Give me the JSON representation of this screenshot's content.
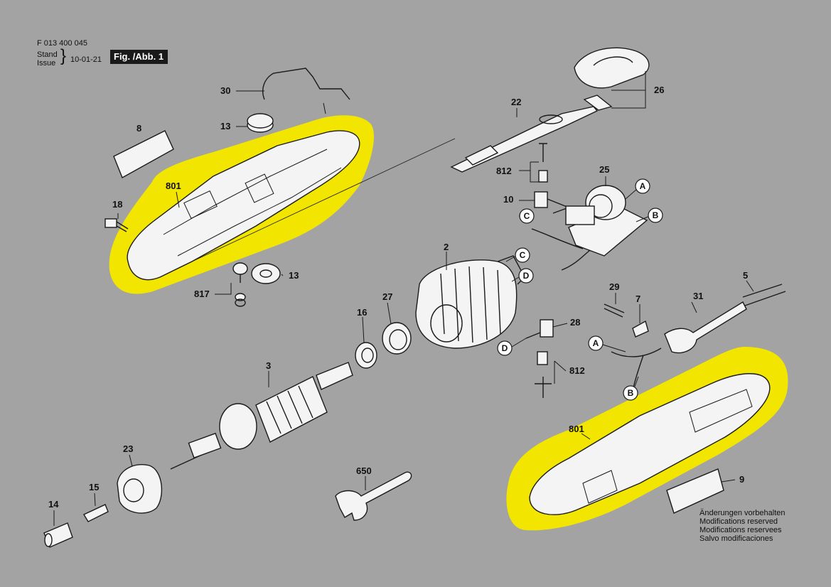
{
  "header": {
    "doc_number": "F 013 400 045",
    "stand_label": "Stand",
    "issue_label": "Issue",
    "issue_date": "10-01-21",
    "figure_label": "Fig. /Abb. 1"
  },
  "part_numbers": {
    "p30": "30",
    "p13_top": "13",
    "p8": "8",
    "p801_left": "801",
    "p18": "18",
    "p817": "817",
    "p13_bottom": "13",
    "p22": "22",
    "p26": "26",
    "p812_top": "812",
    "p25": "25",
    "p10": "10",
    "p2": "2",
    "p27": "27",
    "p16": "16",
    "p3": "3",
    "p23": "23",
    "p15": "15",
    "p14": "14",
    "p650": "650",
    "p29": "29",
    "p7": "7",
    "p31": "31",
    "p5": "5",
    "p28": "28",
    "p812_bottom": "812",
    "p801_right": "801",
    "p9": "9"
  },
  "connectors": {
    "a_top": "A",
    "b_top": "B",
    "c_top": "C",
    "c_mid": "C",
    "d_mid": "D",
    "d_low": "D",
    "a_low": "A",
    "b_low": "B"
  },
  "footer": {
    "line1": "Änderungen vorbehalten",
    "line2": "Modifications reserved",
    "line3": "Modifications reservees",
    "line4": "Salvo modificaciones"
  },
  "colors": {
    "background": "#a3a3a3",
    "highlight": "#f2e600",
    "outline": "#1a1a1a",
    "part_fill": "#f4f4f4"
  }
}
